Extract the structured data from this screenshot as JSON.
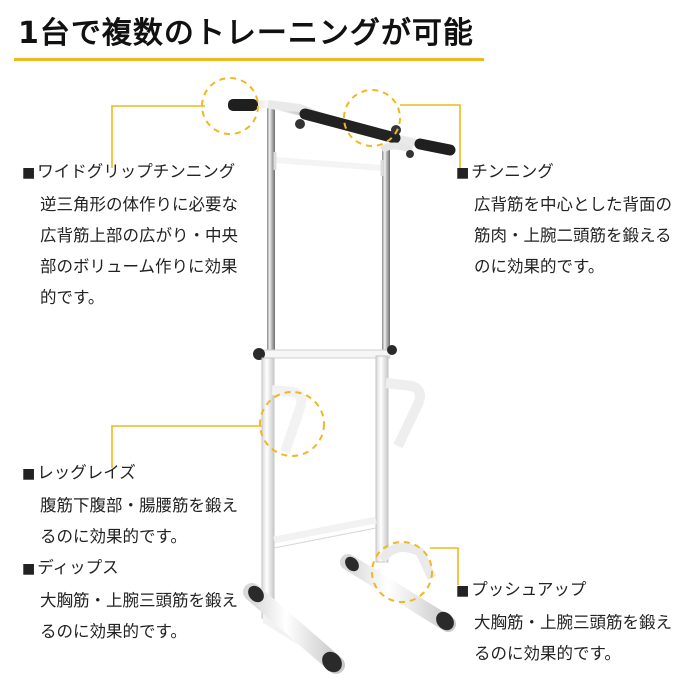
{
  "title": "1台で複数のトレーニングが可能",
  "accent_color": "#f0b81e",
  "bullet_marker": "■",
  "features": [
    {
      "id": "wide-grip-chinning",
      "heading": "ワイドグリップチンニング",
      "lines": [
        "逆三角形の体作りに必要な",
        "広背筋上部の広がり・中央",
        "部のボリューム作りに効果",
        "的です。"
      ]
    },
    {
      "id": "chinning",
      "heading": "チンニング",
      "lines": [
        "広背筋を中心とした背面の",
        "筋肉・上腕二頭筋を鍛える",
        "のに効果的です。"
      ]
    },
    {
      "id": "leg-raise",
      "heading": "レッグレイズ",
      "lines": [
        "腹筋下腹部・腸腰筋を鍛え",
        "るのに効果的です。"
      ]
    },
    {
      "id": "dips",
      "heading": "ディップス",
      "lines": [
        "大胸筋・上腕三頭筋を鍛え",
        "るのに効果的です。"
      ]
    },
    {
      "id": "push-up",
      "heading": "プッシュアップ",
      "lines": [
        "大胸筋・上腕三頭筋を鍛え",
        "るのに効果的です。"
      ]
    }
  ]
}
